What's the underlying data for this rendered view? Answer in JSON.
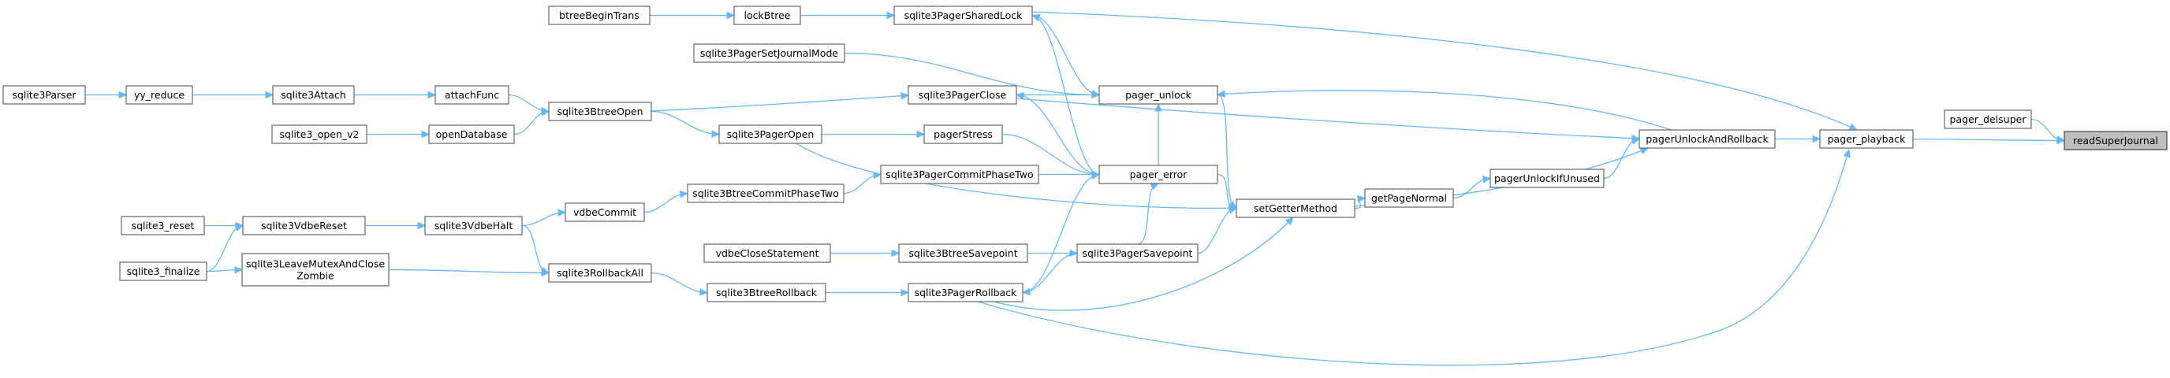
{
  "graph": {
    "colors": {
      "edge": "#63b8ff",
      "node_border": "#666666",
      "highlight_fill": "#bfbfbf"
    },
    "focus_node": "readSuperJournal",
    "nodes": [
      {
        "id": "btreeBeginTrans",
        "label": "btreeBeginTrans"
      },
      {
        "id": "lockBtree",
        "label": "lockBtree"
      },
      {
        "id": "sqlite3PagerSharedLock",
        "label": "sqlite3PagerSharedLock"
      },
      {
        "id": "sqlite3PagerSetJournalMode",
        "label": "sqlite3PagerSetJournalMode"
      },
      {
        "id": "sqlite3Parser",
        "label": "sqlite3Parser"
      },
      {
        "id": "yy_reduce",
        "label": "yy_reduce"
      },
      {
        "id": "sqlite3Attach",
        "label": "sqlite3Attach"
      },
      {
        "id": "attachFunc",
        "label": "attachFunc"
      },
      {
        "id": "sqlite3BtreeOpen",
        "label": "sqlite3BtreeOpen"
      },
      {
        "id": "sqlite3PagerClose",
        "label": "sqlite3PagerClose"
      },
      {
        "id": "pager_unlock",
        "label": "pager_unlock"
      },
      {
        "id": "sqlite3_open_v2",
        "label": "sqlite3_open_v2"
      },
      {
        "id": "openDatabase",
        "label": "openDatabase"
      },
      {
        "id": "sqlite3PagerOpen",
        "label": "sqlite3PagerOpen"
      },
      {
        "id": "pagerStress",
        "label": "pagerStress"
      },
      {
        "id": "pager_delsuper",
        "label": "pager_delsuper"
      },
      {
        "id": "pagerUnlockAndRollback",
        "label": "pagerUnlockAndRollback"
      },
      {
        "id": "pager_playback",
        "label": "pager_playback"
      },
      {
        "id": "readSuperJournal",
        "label": "readSuperJournal"
      },
      {
        "id": "pagerUnlockIfUnused",
        "label": "pagerUnlockIfUnused"
      },
      {
        "id": "sqlite3PagerCommitPhaseTwo",
        "label": "sqlite3PagerCommitPhaseTwo"
      },
      {
        "id": "pager_error",
        "label": "pager_error"
      },
      {
        "id": "sqlite3BtreeCommitPhaseTwo",
        "label": "sqlite3BtreeCommitPhaseTwo"
      },
      {
        "id": "getPageNormal",
        "label": "getPageNormal"
      },
      {
        "id": "vdbeCommit",
        "label": "vdbeCommit"
      },
      {
        "id": "sqlite3_reset",
        "label": "sqlite3_reset"
      },
      {
        "id": "sqlite3VdbeReset",
        "label": "sqlite3VdbeReset"
      },
      {
        "id": "sqlite3VdbeHalt",
        "label": "sqlite3VdbeHalt"
      },
      {
        "id": "setGetterMethod",
        "label": "setGetterMethod"
      },
      {
        "id": "vdbeCloseStatement",
        "label": "vdbeCloseStatement"
      },
      {
        "id": "sqlite3BtreeSavepoint",
        "label": "sqlite3BtreeSavepoint"
      },
      {
        "id": "sqlite3PagerSavepoint",
        "label": "sqlite3PagerSavepoint"
      },
      {
        "id": "sqlite3_finalize",
        "label": "sqlite3_finalize"
      },
      {
        "id": "sqlite3LeaveMutexAndCloseZombie",
        "label": "sqlite3LeaveMutexAndClose\nZombie"
      },
      {
        "id": "sqlite3RollbackAll",
        "label": "sqlite3RollbackAll"
      },
      {
        "id": "sqlite3BtreeRollback",
        "label": "sqlite3BtreeRollback"
      },
      {
        "id": "sqlite3PagerRollback",
        "label": "sqlite3PagerRollback"
      }
    ],
    "edges": [
      {
        "from": "pager_delsuper",
        "to": "readSuperJournal"
      },
      {
        "from": "pager_playback",
        "to": "readSuperJournal"
      },
      {
        "from": "pagerUnlockAndRollback",
        "to": "pager_playback"
      },
      {
        "from": "sqlite3PagerSharedLock",
        "to": "pager_playback"
      },
      {
        "from": "sqlite3PagerRollback",
        "to": "pager_playback"
      },
      {
        "from": "pagerUnlockAndRollback",
        "to": "pager_unlock"
      },
      {
        "from": "pagerUnlockIfUnused",
        "to": "pagerUnlockAndRollback"
      },
      {
        "from": "sqlite3PagerClose",
        "to": "pagerUnlockAndRollback"
      },
      {
        "from": "setGetterMethod",
        "to": "pagerUnlockAndRollback"
      },
      {
        "from": "getPageNormal",
        "to": "pagerUnlockIfUnused"
      },
      {
        "from": "setGetterMethod",
        "to": "getPageNormal"
      },
      {
        "from": "pager_unlock",
        "to": "setGetterMethod"
      },
      {
        "from": "pager_error",
        "to": "setGetterMethod"
      },
      {
        "from": "sqlite3PagerSavepoint",
        "to": "setGetterMethod"
      },
      {
        "from": "sqlite3PagerRollback",
        "to": "setGetterMethod"
      },
      {
        "from": "sqlite3PagerOpen",
        "to": "setGetterMethod"
      },
      {
        "from": "sqlite3PagerSharedLock",
        "to": "pager_unlock"
      },
      {
        "from": "sqlite3PagerSetJournalMode",
        "to": "pager_unlock"
      },
      {
        "from": "sqlite3PagerClose",
        "to": "pager_unlock"
      },
      {
        "from": "pager_error",
        "to": "pager_unlock"
      },
      {
        "from": "pager_error",
        "to": "sqlite3PagerSharedLock"
      },
      {
        "from": "pager_error",
        "to": "sqlite3PagerClose"
      },
      {
        "from": "pagerStress",
        "to": "pager_error"
      },
      {
        "from": "sqlite3PagerCommitPhaseTwo",
        "to": "pager_error"
      },
      {
        "from": "sqlite3PagerSavepoint",
        "to": "pager_error"
      },
      {
        "from": "sqlite3PagerRollback",
        "to": "pager_error"
      },
      {
        "from": "lockBtree",
        "to": "sqlite3PagerSharedLock"
      },
      {
        "from": "btreeBeginTrans",
        "to": "lockBtree"
      },
      {
        "from": "sqlite3BtreeOpen",
        "to": "sqlite3PagerClose"
      },
      {
        "from": "sqlite3BtreeOpen",
        "to": "sqlite3PagerOpen"
      },
      {
        "from": "sqlite3PagerOpen",
        "to": "pagerStress"
      },
      {
        "from": "sqlite3BtreeCommitPhaseTwo",
        "to": "sqlite3PagerCommitPhaseTwo"
      },
      {
        "from": "vdbeCommit",
        "to": "sqlite3BtreeCommitPhaseTwo"
      },
      {
        "from": "sqlite3VdbeHalt",
        "to": "vdbeCommit"
      },
      {
        "from": "sqlite3VdbeHalt",
        "to": "sqlite3RollbackAll"
      },
      {
        "from": "sqlite3VdbeReset",
        "to": "sqlite3VdbeHalt"
      },
      {
        "from": "sqlite3_reset",
        "to": "sqlite3VdbeReset"
      },
      {
        "from": "sqlite3_finalize",
        "to": "sqlite3VdbeReset"
      },
      {
        "from": "sqlite3_finalize",
        "to": "sqlite3LeaveMutexAndCloseZombie"
      },
      {
        "from": "sqlite3LeaveMutexAndCloseZombie",
        "to": "sqlite3RollbackAll"
      },
      {
        "from": "sqlite3RollbackAll",
        "to": "sqlite3BtreeRollback"
      },
      {
        "from": "sqlite3BtreeRollback",
        "to": "sqlite3PagerRollback"
      },
      {
        "from": "sqlite3BtreeSavepoint",
        "to": "sqlite3PagerSavepoint"
      },
      {
        "from": "sqlite3PagerSavepoint",
        "to": "sqlite3PagerRollback"
      },
      {
        "from": "vdbeCloseStatement",
        "to": "sqlite3BtreeSavepoint"
      },
      {
        "from": "attachFunc",
        "to": "sqlite3BtreeOpen"
      },
      {
        "from": "openDatabase",
        "to": "sqlite3BtreeOpen"
      },
      {
        "from": "sqlite3_open_v2",
        "to": "openDatabase"
      },
      {
        "from": "sqlite3Attach",
        "to": "attachFunc"
      },
      {
        "from": "yy_reduce",
        "to": "sqlite3Attach"
      },
      {
        "from": "sqlite3Parser",
        "to": "yy_reduce"
      }
    ]
  }
}
